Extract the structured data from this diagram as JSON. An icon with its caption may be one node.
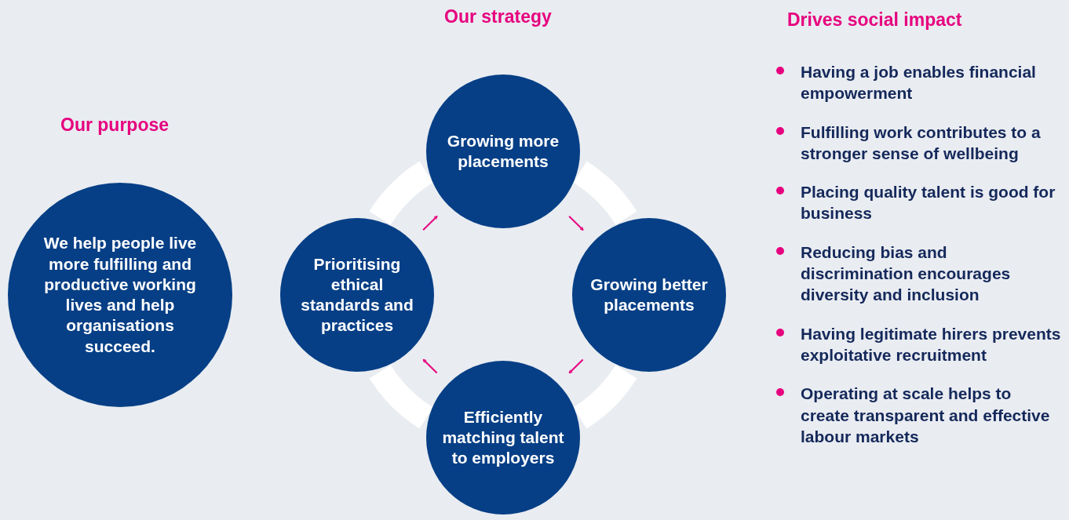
{
  "diagram": {
    "nodes": [
      {
        "text": [
          "We help people live more fulfilling and productive working lives and help organisations succeed."
        ]
      },
      {
        "text": [
          "Growing more placements"
        ]
      },
      {
        "text": [
          "Growing better placements"
        ]
      },
      {
        "text": [
          "Efficiently matching talent to employers"
        ]
      },
      {
        "text": [
          "Prioritising ethical standards and practices"
        ]
      }
    ],
    "edges": [
      {
        "from": 1,
        "to": 2,
        "arrow": "to"
      },
      {
        "from": 2,
        "to": 3,
        "arrow": "to"
      },
      {
        "from": 3,
        "to": 4,
        "arrow": "to"
      },
      {
        "from": 4,
        "to": 1,
        "arrow": "to"
      }
    ],
    "labels": [
      "Our strategy",
      "Drives social impact",
      "Our purpose",
      "Having a job enables financial empowerment",
      "Fulfilling work contributes to a stronger sense of wellbeing",
      "Placing quality talent is good for business",
      "Reducing bias and discrimination encourages diversity and inclusion",
      "Having legitimate hirers prevents exploitative recruitment",
      "Operating at scale helps to create transparent and effective labour markets"
    ]
  }
}
